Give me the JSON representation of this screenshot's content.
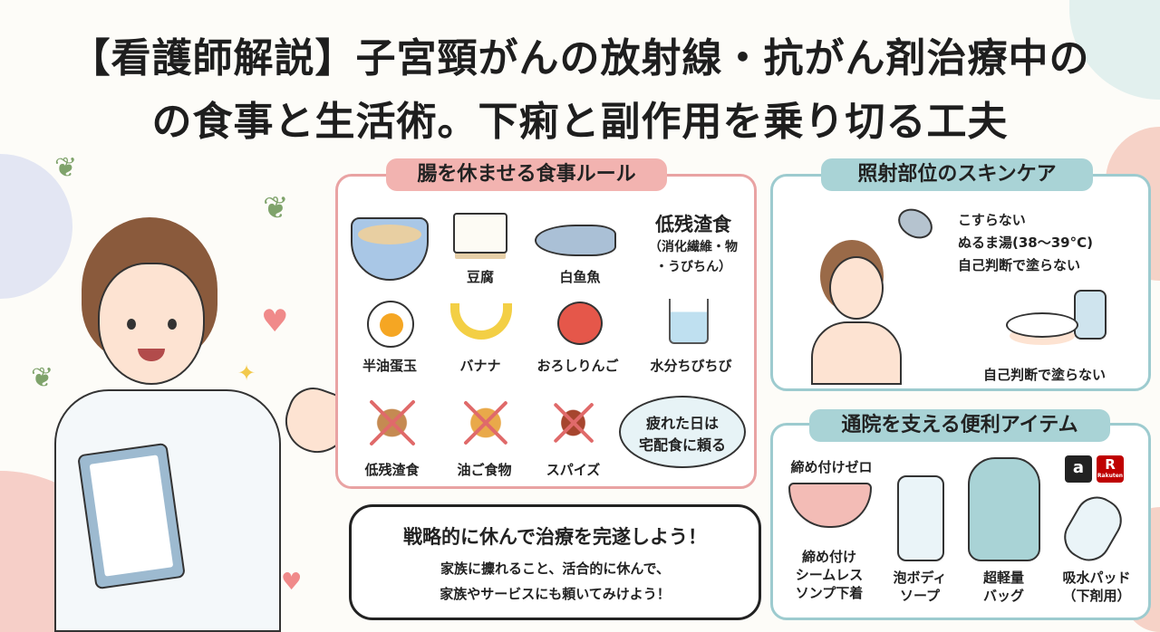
{
  "title": {
    "line1": "【看護師解説】子宮頸がんの放射線・抗がん剤治療中の",
    "line2": "の食事と生活術。下痢と副作用を乗り切る工夫"
  },
  "diet": {
    "heading": "腸を休ませる食事ルール",
    "recommended": [
      {
        "label": "",
        "icon": "udon-bowl"
      },
      {
        "label": "豆腐",
        "icon": "tofu"
      },
      {
        "label": "白鱼魚",
        "icon": "fish"
      },
      {
        "label": "半油蛋玉",
        "icon": "boiled-egg"
      },
      {
        "label": "バナナ",
        "icon": "banana"
      },
      {
        "label": "おろしりんご",
        "icon": "apple"
      },
      {
        "label": "水分ちびちび",
        "icon": "water-cup"
      }
    ],
    "low_residue_title": "低残渣食",
    "low_residue_note1": "（消化繊維・物",
    "low_residue_note2": "・うびちん）",
    "avoid": [
      {
        "label": "低残渣食",
        "icon": "root-vegetables"
      },
      {
        "label": "油ご食物",
        "icon": "fried-chicken"
      },
      {
        "label": "スパイズ",
        "icon": "spices"
      }
    ],
    "tip_bubble_line1": "疲れた日は",
    "tip_bubble_line2": "宅配食に頼る"
  },
  "skincare": {
    "heading": "照射部位のスキンケア",
    "tips": [
      "こすらない",
      "ぬるま湯(38〜39°C)",
      "自己判断で塗らない"
    ],
    "caption": "自己判断で塗らない"
  },
  "items": {
    "heading": "通院を支える便利アイテム",
    "top_label": "締め付けゼロ",
    "list": [
      {
        "label": "締め付け\nシームレス\nソンプ下着",
        "icon": "underwear"
      },
      {
        "label": "泡ボディ\nソープ",
        "icon": "pump-bottle"
      },
      {
        "label": "超軽量\nバッグ",
        "icon": "tote-bag"
      },
      {
        "label": "吸水パッド\n（下剤用）",
        "icon": "pad"
      }
    ],
    "shop_badges": [
      "a",
      "R"
    ],
    "rakuten_small": "Rakuten"
  },
  "message": {
    "headline": "戦略的に休んで治療を完遂しよう！",
    "line1": "家族に攗れること、活合的に休んで、",
    "line2": "家族やサービスにも頼いてみけよう！"
  },
  "colors": {
    "pink": "#f2a7a7",
    "teal": "#a9d3d6",
    "pink_border": "#e9a3a3",
    "teal_border": "#9dcbcf"
  }
}
